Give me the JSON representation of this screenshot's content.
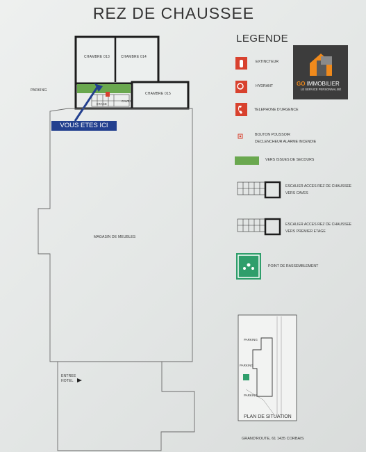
{
  "page_title": "REZ DE CHAUSSEE",
  "legend": {
    "title": "LEGENDE",
    "items": [
      {
        "label_line1": "EXTINCTEUR",
        "label_line2": ""
      },
      {
        "label_line1": "HYDRANT",
        "label_line2": ""
      },
      {
        "label_line1": "TELEPHONE D'URGENCE",
        "label_line2": ""
      },
      {
        "label_line1": "BOUTON POUSSOIR",
        "label_line2": "DECLENCHEUR ALARME INCENDIE"
      },
      {
        "label_line1": "VERS ISSUES DE SECOURS",
        "label_line2": ""
      },
      {
        "label_line1": "ESCALIER ACCES REZ DE CHAUSSEE",
        "label_line2": "VERS CAVES"
      },
      {
        "label_line1": "ESCALIER ACCES REZ DE CHAUSSEE",
        "label_line2": "VERS PREMIER ETAGE"
      },
      {
        "label_line1": "POINT DE RASSEMBLEMENT",
        "label_line2": ""
      }
    ]
  },
  "logo": {
    "brand_a": "GO",
    "brand_b": "IMMOBILIER",
    "tagline": "LE SERVICE PERSONNALISÉ"
  },
  "rooms": {
    "chambre_013": "CHAMBRE 013",
    "chambre_014": "CHAMBRE 014",
    "chambre_015": "CHAMBRE 015",
    "magasin": "MAGASIN DE MEUBLES",
    "parking": "PARKING",
    "entree_line1": "ENTREE",
    "entree_line2": "HOTEL",
    "caves": "CAVES",
    "etage": "ETAGE"
  },
  "you_are_here": "VOUS ETES ICI",
  "site_plan": {
    "caption": "PLAN DE SITUATION",
    "labels": [
      "PARKING",
      "PARKING",
      "PARKING"
    ]
  },
  "address": "GRAND'ROUTE, 61   1435 CORBAIS",
  "colors": {
    "wall": "#1c1c1c",
    "exit_green": "#6aa84f",
    "safety_red": "#d8412e",
    "marker_blue": "#23408f",
    "logo_orange": "#f08a1c",
    "assembly_green": "#2f9e6b"
  },
  "icons": [
    "extinguisher-icon",
    "hydrant-icon",
    "phone-icon",
    "alarm-button-icon",
    "stairs-icon",
    "assembly-point-icon"
  ]
}
